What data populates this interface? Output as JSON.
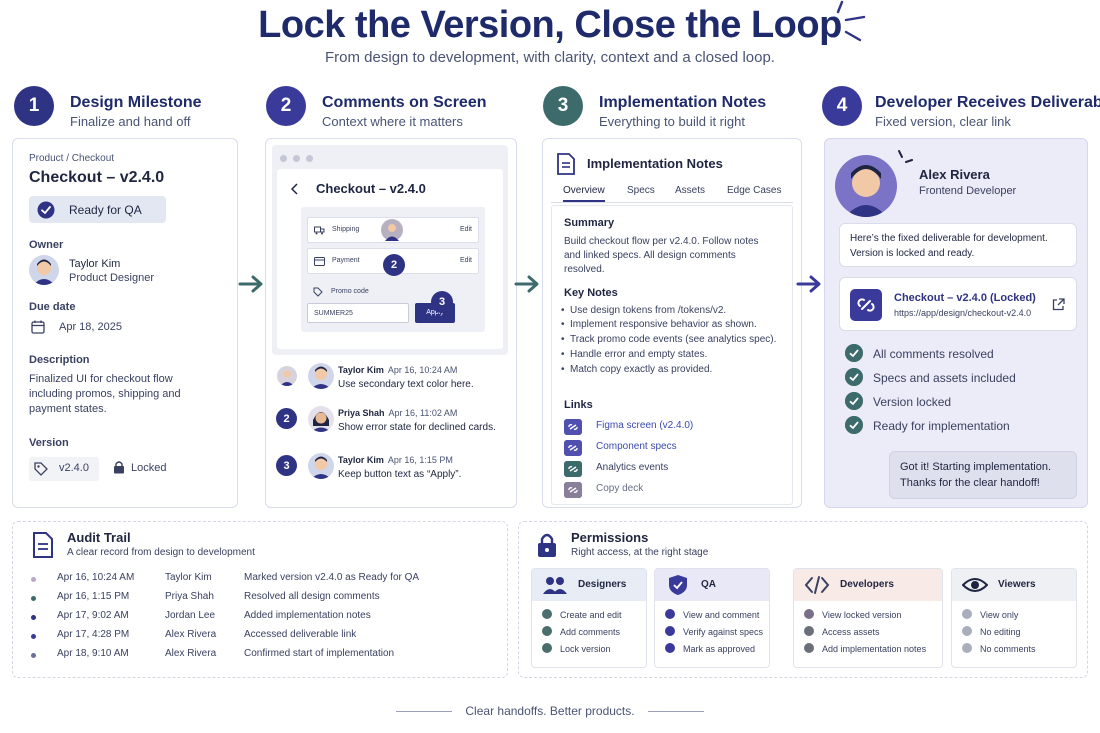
{
  "hero": {
    "title": "Lock the Version, Close the Loop",
    "subtitle": "From design to development, with clarity, context and a closed loop."
  },
  "steps": [
    {
      "num": "1",
      "title": "Design Milestone",
      "subtitle": "Finalize and hand off",
      "color": "#2f3383"
    },
    {
      "num": "2",
      "title": "Comments on Screen",
      "subtitle": "Context where it matters",
      "color": "#3a3a9a"
    },
    {
      "num": "3",
      "title": "Implementation Notes",
      "subtitle": "Everything to build it right",
      "color": "#3d6b6b"
    },
    {
      "num": "4",
      "title": "Developer Receives Deliverable",
      "subtitle": "Fixed version, clear link",
      "color": "#3a3a9a"
    }
  ],
  "milestone": {
    "breadcrumb": "Product / Checkout",
    "title": "Checkout – v2.4.0",
    "status": "Ready for QA",
    "owner_label": "Owner",
    "owner_name": "Taylor Kim",
    "owner_role": "Product Designer",
    "due_label": "Due date",
    "due_value": "Apr 18, 2025",
    "desc_label": "Description",
    "desc_lines": [
      "Finalized UI for checkout flow",
      "including promos, shipping and",
      "payment states."
    ],
    "version_label": "Version",
    "version_value": "v2.4.0",
    "lock_label": "Locked"
  },
  "screen": {
    "title": "Checkout – v2.4.0",
    "shipping": "Shipping",
    "payment": "Payment",
    "edit": "Edit",
    "promo_label": "Promo code",
    "promo_value": "SUMMER25",
    "apply": "Apply",
    "marker2": "2",
    "marker3": "3",
    "comments": [
      {
        "num": "",
        "author": "Taylor Kim",
        "date": "Apr 16, 10:24 AM",
        "body": "Use secondary text color here."
      },
      {
        "num": "2",
        "author": "Priya Shah",
        "date": "Apr 16, 11:02 AM",
        "body": "Show error state for declined cards."
      },
      {
        "num": "3",
        "author": "Taylor Kim",
        "date": "Apr 16, 1:15 PM",
        "body": "Keep button text as “Apply”."
      }
    ]
  },
  "notes": {
    "title": "Implementation Notes",
    "tabs": [
      "Overview",
      "Specs",
      "Assets",
      "Edge Cases"
    ],
    "summary_h": "Summary",
    "summary_lines": [
      "Build checkout flow per v2.4.0. Follow notes",
      "and linked specs. All design comments",
      "resolved."
    ],
    "keynotes_h": "Key Notes",
    "keynotes": [
      "Use design tokens from /tokens/v2.",
      "Implement responsive behavior as shown.",
      "Track promo code events (see analytics spec).",
      "Handle error and empty states.",
      "Match copy exactly as provided."
    ],
    "links_h": "Links",
    "links": [
      "Figma screen (v2.4.0)",
      "Component specs",
      "Analytics events",
      "Copy deck"
    ]
  },
  "deliverable": {
    "name": "Alex Rivera",
    "role": "Frontend Developer",
    "message_lines": [
      "Here’s the fixed deliverable for development.",
      "Version is locked and ready."
    ],
    "link_title": "Checkout – v2.4.0 (Locked)",
    "link_url": "https://app/design/checkout-v2.4.0",
    "checks": [
      "All comments resolved",
      "Specs and assets included",
      "Version locked",
      "Ready for implementation"
    ],
    "reply_lines": [
      "Got it! Starting implementation.",
      "Thanks for the clear handoff!"
    ]
  },
  "audit": {
    "title": "Audit Trail",
    "subtitle": "A clear record from design to development",
    "rows": [
      {
        "time": "Apr 16, 10:24 AM",
        "who": "Taylor Kim",
        "what": "Marked version v2.4.0 as Ready for QA"
      },
      {
        "time": "Apr 16, 1:15 PM",
        "who": "Priya Shah",
        "what": "Resolved all design comments"
      },
      {
        "time": "Apr 17, 9:02 AM",
        "who": "Jordan Lee",
        "what": "Added implementation notes"
      },
      {
        "time": "Apr 17, 4:28 PM",
        "who": "Alex Rivera",
        "what": "Accessed deliverable link"
      },
      {
        "time": "Apr 18, 9:10 AM",
        "who": "Alex Rivera",
        "what": "Confirmed start of implementation"
      }
    ]
  },
  "permissions": {
    "title": "Permissions",
    "subtitle": "Right access, at the right stage",
    "groups": [
      {
        "name": "Designers",
        "header_color": "#e8ecf5",
        "items": [
          "Create and edit",
          "Add comments",
          "Lock version"
        ]
      },
      {
        "name": "QA",
        "header_color": "#e9e8f7",
        "items": [
          "View and comment",
          "Verify against specs",
          "Mark as approved"
        ]
      },
      {
        "name": "Developers",
        "header_color": "#f8ebe7",
        "items": [
          "View locked version",
          "Access assets",
          "Add implementation notes"
        ]
      },
      {
        "name": "Viewers",
        "header_color": "#eef0f4",
        "items": [
          "View only",
          "No editing",
          "No comments"
        ]
      }
    ]
  },
  "footer": "Clear handoffs. Better products."
}
